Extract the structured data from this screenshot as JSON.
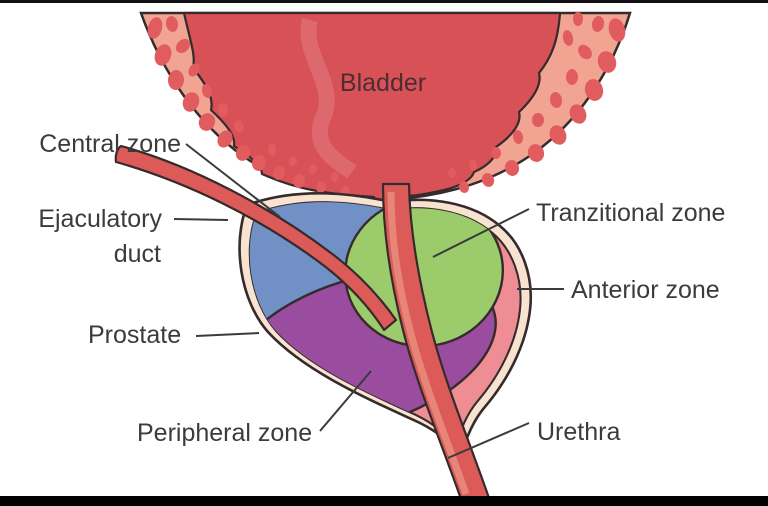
{
  "labels": {
    "bladder": "Bladder",
    "central_zone": "Central zone",
    "ejaculatory_line1": "Ejaculatory",
    "ejaculatory_line2": "duct",
    "prostate": "Prostate",
    "peripheral_zone": "Peripheral zone",
    "tranzitional_zone": "Tranzitional zone",
    "anterior_zone": "Anterior zone",
    "urethra": "Urethra"
  },
  "colors": {
    "bladder_interior": "#d85157",
    "bladder_wall": "#f2a493",
    "bladder_spots": "#e15c5e",
    "prostate_capsule": "#f8e3d0",
    "anterior_zone": "#ee8d94",
    "central_zone": "#7191c6",
    "transitional_zone": "#9ccb6b",
    "peripheral_zone": "#9a4d9e",
    "duct_red": "#dc5a57",
    "duct_highlight": "#e8897d",
    "outline": "#352a2c",
    "label_text": "#3b3b3b",
    "bladder_label_text": "#4a2e33"
  }
}
